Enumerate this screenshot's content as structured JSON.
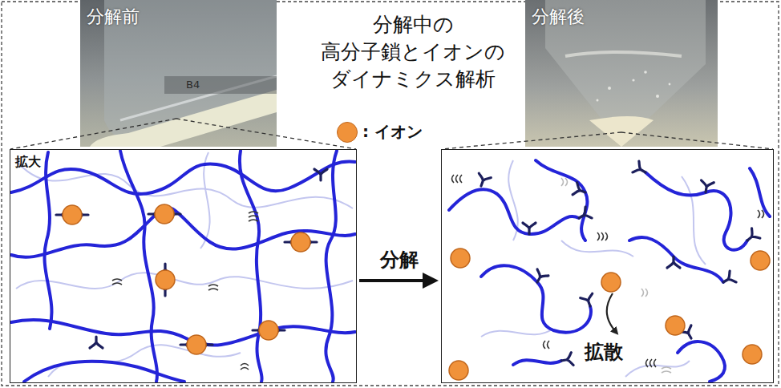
{
  "diagram": {
    "title": "分解中の 高分子鎖とイオンの ダイナミクス解析",
    "nodes": [
      {
        "text": [
          "分解前"
        ]
      },
      {
        "text": [
          "分解後"
        ]
      },
      {
        "text": [
          "拡大"
        ]
      },
      {
        "text": [
          "拡散"
        ]
      }
    ],
    "edges": [
      {
        "from": 2,
        "to": 3,
        "arrow": "to",
        "label": "分解"
      }
    ],
    "labels": [
      "B4"
    ],
    "legend": [
      {
        "text": ": イオン",
        "color": "#f0923a"
      }
    ]
  }
}
